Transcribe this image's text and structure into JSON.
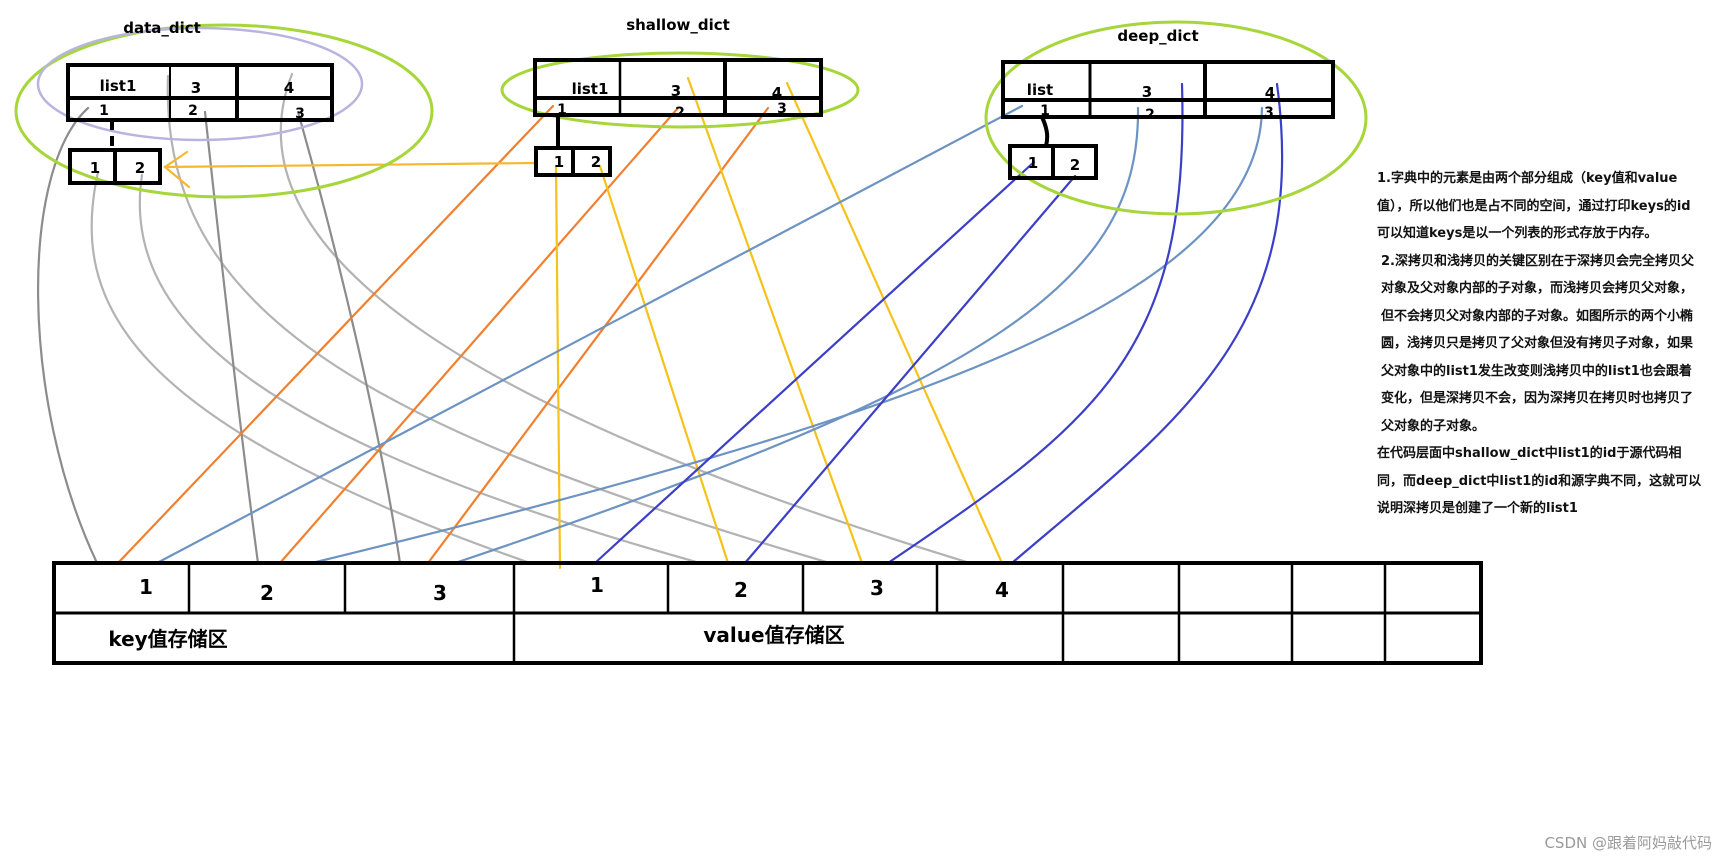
{
  "diagram": {
    "colors": {
      "ellipse": "#a6d63a",
      "inner_ellipse": "#b8b4e0",
      "arrow": "#f7b733",
      "data_lines": "#b3b3b3",
      "shallow_orange": "#f08030",
      "shallow_yellow": "#f5c21b",
      "deep_steel": "#6d93c2",
      "deep_blue": "#3b3fc8",
      "box": "#000000"
    },
    "dicts": [
      {
        "title": "data_dict",
        "keys": [
          "list1",
          "3",
          "4"
        ],
        "values": [
          "1",
          "2",
          "3"
        ],
        "sublist": [
          "1",
          "2"
        ]
      },
      {
        "title": "shallow_dict",
        "keys": [
          "list1",
          "3",
          "4"
        ],
        "values": [
          "1",
          "2",
          "3"
        ],
        "sublist": [
          "1",
          "2"
        ]
      },
      {
        "title": "deep_dict",
        "keys": [
          "list",
          "3",
          "4"
        ],
        "values": [
          "1",
          "2",
          "3"
        ],
        "sublist": [
          "1",
          "2"
        ]
      }
    ],
    "storage": {
      "cells": [
        "1",
        "2",
        "3",
        "1",
        "2",
        "3",
        "4"
      ],
      "key_area_label": "key值存储区",
      "value_area_label": "value值存储区"
    }
  },
  "notes": {
    "note1": "1.字典中的元素是由两个部分组成（key值和value值），所以他们也是占不同的空间，通过打印keys的id可以知道keys是以一个列表的形式存放于内存。",
    "note2": "2.深拷贝和浅拷贝的关键区别在于深拷贝会完全拷贝父对象及父对象内部的子对象，而浅拷贝会拷贝父对象，但不会拷贝父对象内部的子对象。如图所示的两个小椭圆，浅拷贝只是拷贝了父对象但没有拷贝子对象，如果父对象中的list1发生改变则浅拷贝中的list1也会跟着变化，但是深拷贝不会，因为深拷贝在拷贝时也拷贝了父对象的子对象。",
    "note3": "在代码层面中shallow_dict中list1的id于源代码相同，而deep_dict中list1的id和源字典不同，这就可以说明深拷贝是创建了一个新的list1"
  },
  "watermark": "CSDN @跟着阿妈敲代码"
}
